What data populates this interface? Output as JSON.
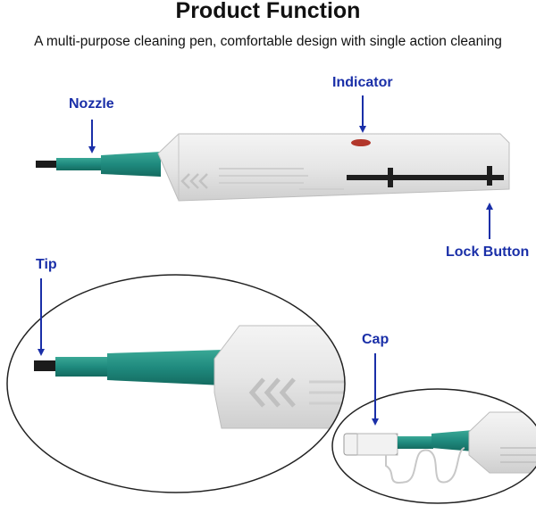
{
  "header": {
    "title": "Product Function",
    "subtitle": "A multi-purpose cleaning pen, comfortable design with single action cleaning"
  },
  "callouts": {
    "nozzle": "Nozzle",
    "indicator": "Indicator",
    "lock_button": "Lock Button",
    "tip": "Tip",
    "cap": "Cap"
  },
  "colors": {
    "label_blue": "#1a2fa8",
    "body_white": "#e9e9e9",
    "nozzle_teal": "#1f8a7e",
    "indicator_red": "#b2372b"
  },
  "icons": {
    "body": "pen-body-icon",
    "arrows": "chevron-arrows-icon",
    "lock_slot": "lock-slot-icon"
  }
}
